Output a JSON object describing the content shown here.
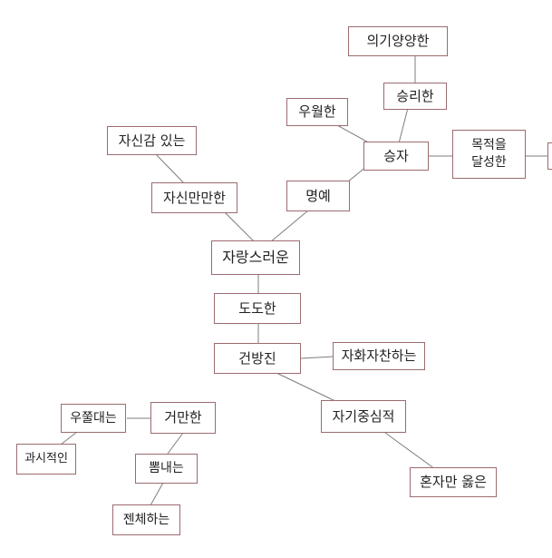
{
  "diagram": {
    "nodes": {
      "uigi": "의기양양한",
      "seungri": "승리한",
      "uwol": "우월한",
      "seungja": "승자",
      "mokjeok": [
        "목적을",
        "달성한"
      ],
      "jasingam": "자신감 있는",
      "jasinmanman": "자신만만한",
      "myeongye": "명예",
      "jarangseureoun": "자랑스러운",
      "dodohan": "도도한",
      "geonbangjin": "건방진",
      "jahwajachan": "자화자찬하는",
      "jagijungsim": "자기중심적",
      "ujjul": "우쭐대는",
      "geoman": "거만한",
      "gwasi": "과시적인",
      "ppomne": "뽐내는",
      "honjaman": "혼자만 옳은",
      "jeonche": "젠체하는"
    }
  }
}
